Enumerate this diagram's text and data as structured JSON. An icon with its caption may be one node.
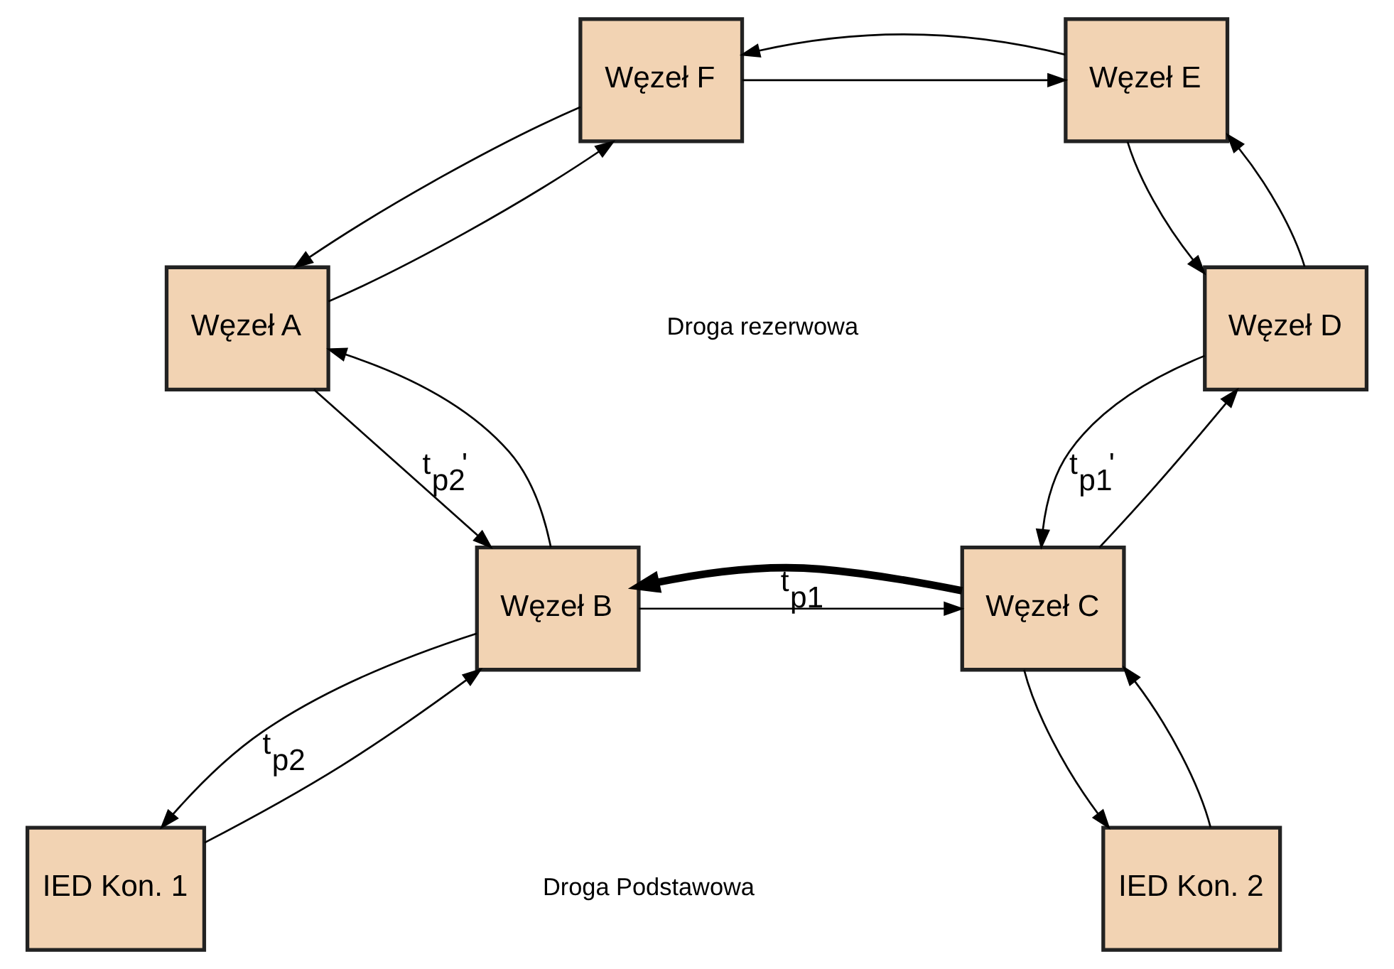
{
  "diagram": {
    "nodes": [
      {
        "text": [
          "Węzeł F"
        ]
      },
      {
        "text": [
          "Węzeł E"
        ]
      },
      {
        "text": [
          "Węzeł A"
        ]
      },
      {
        "text": [
          "Węzeł D"
        ]
      },
      {
        "text": [
          "Węzeł B"
        ]
      },
      {
        "text": [
          "Węzeł C"
        ]
      },
      {
        "text": [
          "IED Kon. 1"
        ]
      },
      {
        "text": [
          "IED Kon. 2"
        ]
      }
    ],
    "edges": [
      {
        "from": 0,
        "to": 1,
        "arrow": "to"
      },
      {
        "from": 1,
        "to": 0,
        "arrow": "to"
      },
      {
        "from": 1,
        "to": 3,
        "arrow": "to"
      },
      {
        "from": 3,
        "to": 1,
        "arrow": "to"
      },
      {
        "from": 5,
        "to": 3,
        "arrow": "to"
      },
      {
        "from": 3,
        "to": 5,
        "arrow": "to",
        "label": "t$_{p1}$'"
      },
      {
        "from": 4,
        "to": 5,
        "arrow": "to",
        "label": "t$_{p1}$"
      },
      {
        "from": 5,
        "to": 4,
        "arrow": "to",
        "style": "thick"
      },
      {
        "from": 2,
        "to": 4,
        "arrow": "to",
        "label": "t$_{p2}$'"
      },
      {
        "from": 4,
        "to": 2,
        "arrow": "to"
      },
      {
        "from": 2,
        "to": 0,
        "arrow": "to"
      },
      {
        "from": 0,
        "to": 2,
        "arrow": "to"
      },
      {
        "from": 6,
        "to": 4,
        "arrow": "to"
      },
      {
        "from": 4,
        "to": 6,
        "arrow": "to",
        "label": "t$_{p2}$"
      },
      {
        "from": 7,
        "to": 5,
        "arrow": "to"
      },
      {
        "from": 5,
        "to": 7,
        "arrow": "to"
      }
    ],
    "labels": [
      "Droga rezerwowa",
      "Droga Podstawowa"
    ]
  }
}
